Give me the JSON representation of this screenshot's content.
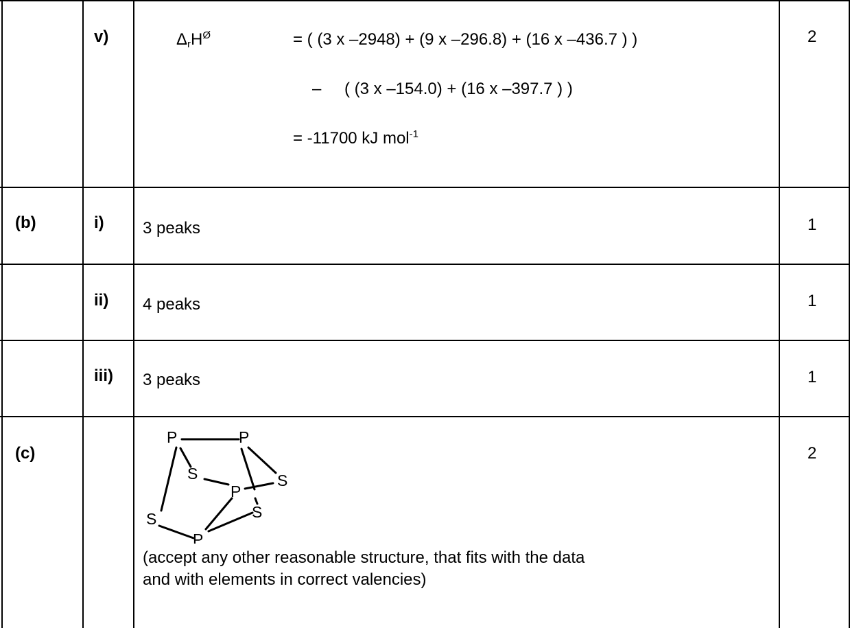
{
  "rows": [
    {
      "part": "",
      "sub": "v)",
      "answer": {
        "dh_label_pre": "Δ",
        "dh_label_sub": "r",
        "dh_label_main": "H",
        "dh_label_sup": "Ø",
        "line1": "= ( (3 x –2948) + (9 x –296.8) + (16 x –436.7 ) )",
        "line2_dash": "–",
        "line2": "( (3 x –154.0) + (16 x –397.7 ) )",
        "line3_prefix": "=  -11700 kJ mol",
        "line3_sup": "-1"
      },
      "marks": "2"
    },
    {
      "part": "(b)",
      "sub": "i)",
      "answer": "3 peaks",
      "marks": "1"
    },
    {
      "part": "",
      "sub": "ii)",
      "answer": "4 peaks",
      "marks": "1"
    },
    {
      "part": "",
      "sub": "iii)",
      "answer": "3 peaks",
      "marks": "1"
    },
    {
      "part": "(c)",
      "sub": "",
      "structure_atoms": [
        "P",
        "P",
        "S",
        "S",
        "P",
        "S",
        "S",
        "P"
      ],
      "note_line1": "(accept any other reasonable structure, that fits with the data",
      "note_line2": "and with elements in correct valencies)",
      "marks": "2"
    }
  ]
}
